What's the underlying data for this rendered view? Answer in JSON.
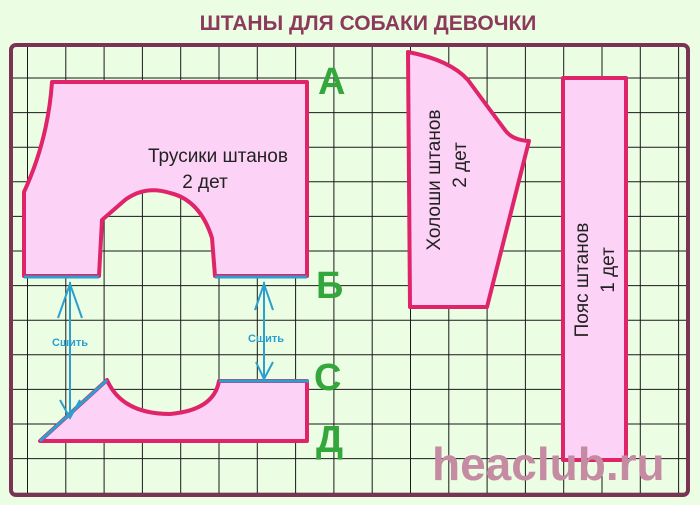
{
  "title": "ШТАНЫ ДЛЯ СОБАКИ ДЕВОЧКИ",
  "pieces": {
    "trusiki": {
      "line1": "Трусики штанов",
      "line2": "2 дет"
    },
    "kholoshi": {
      "line1": "Холоши штанов",
      "line2": "2 дет"
    },
    "poyas": {
      "line1": "Пояс штанов",
      "line2": "1 дет"
    }
  },
  "sew_label": "Сшить",
  "markers": {
    "a": "А",
    "b": "Б",
    "c": "С",
    "d": "Д"
  },
  "watermark": "heaclub.ru",
  "colors": {
    "background": "#ebfde3",
    "piece_fill": "#fcd2f6",
    "piece_outline": "#e0246a",
    "seam": "#2a9fd0",
    "marker": "#33a63c",
    "frame": "#7a3352"
  }
}
